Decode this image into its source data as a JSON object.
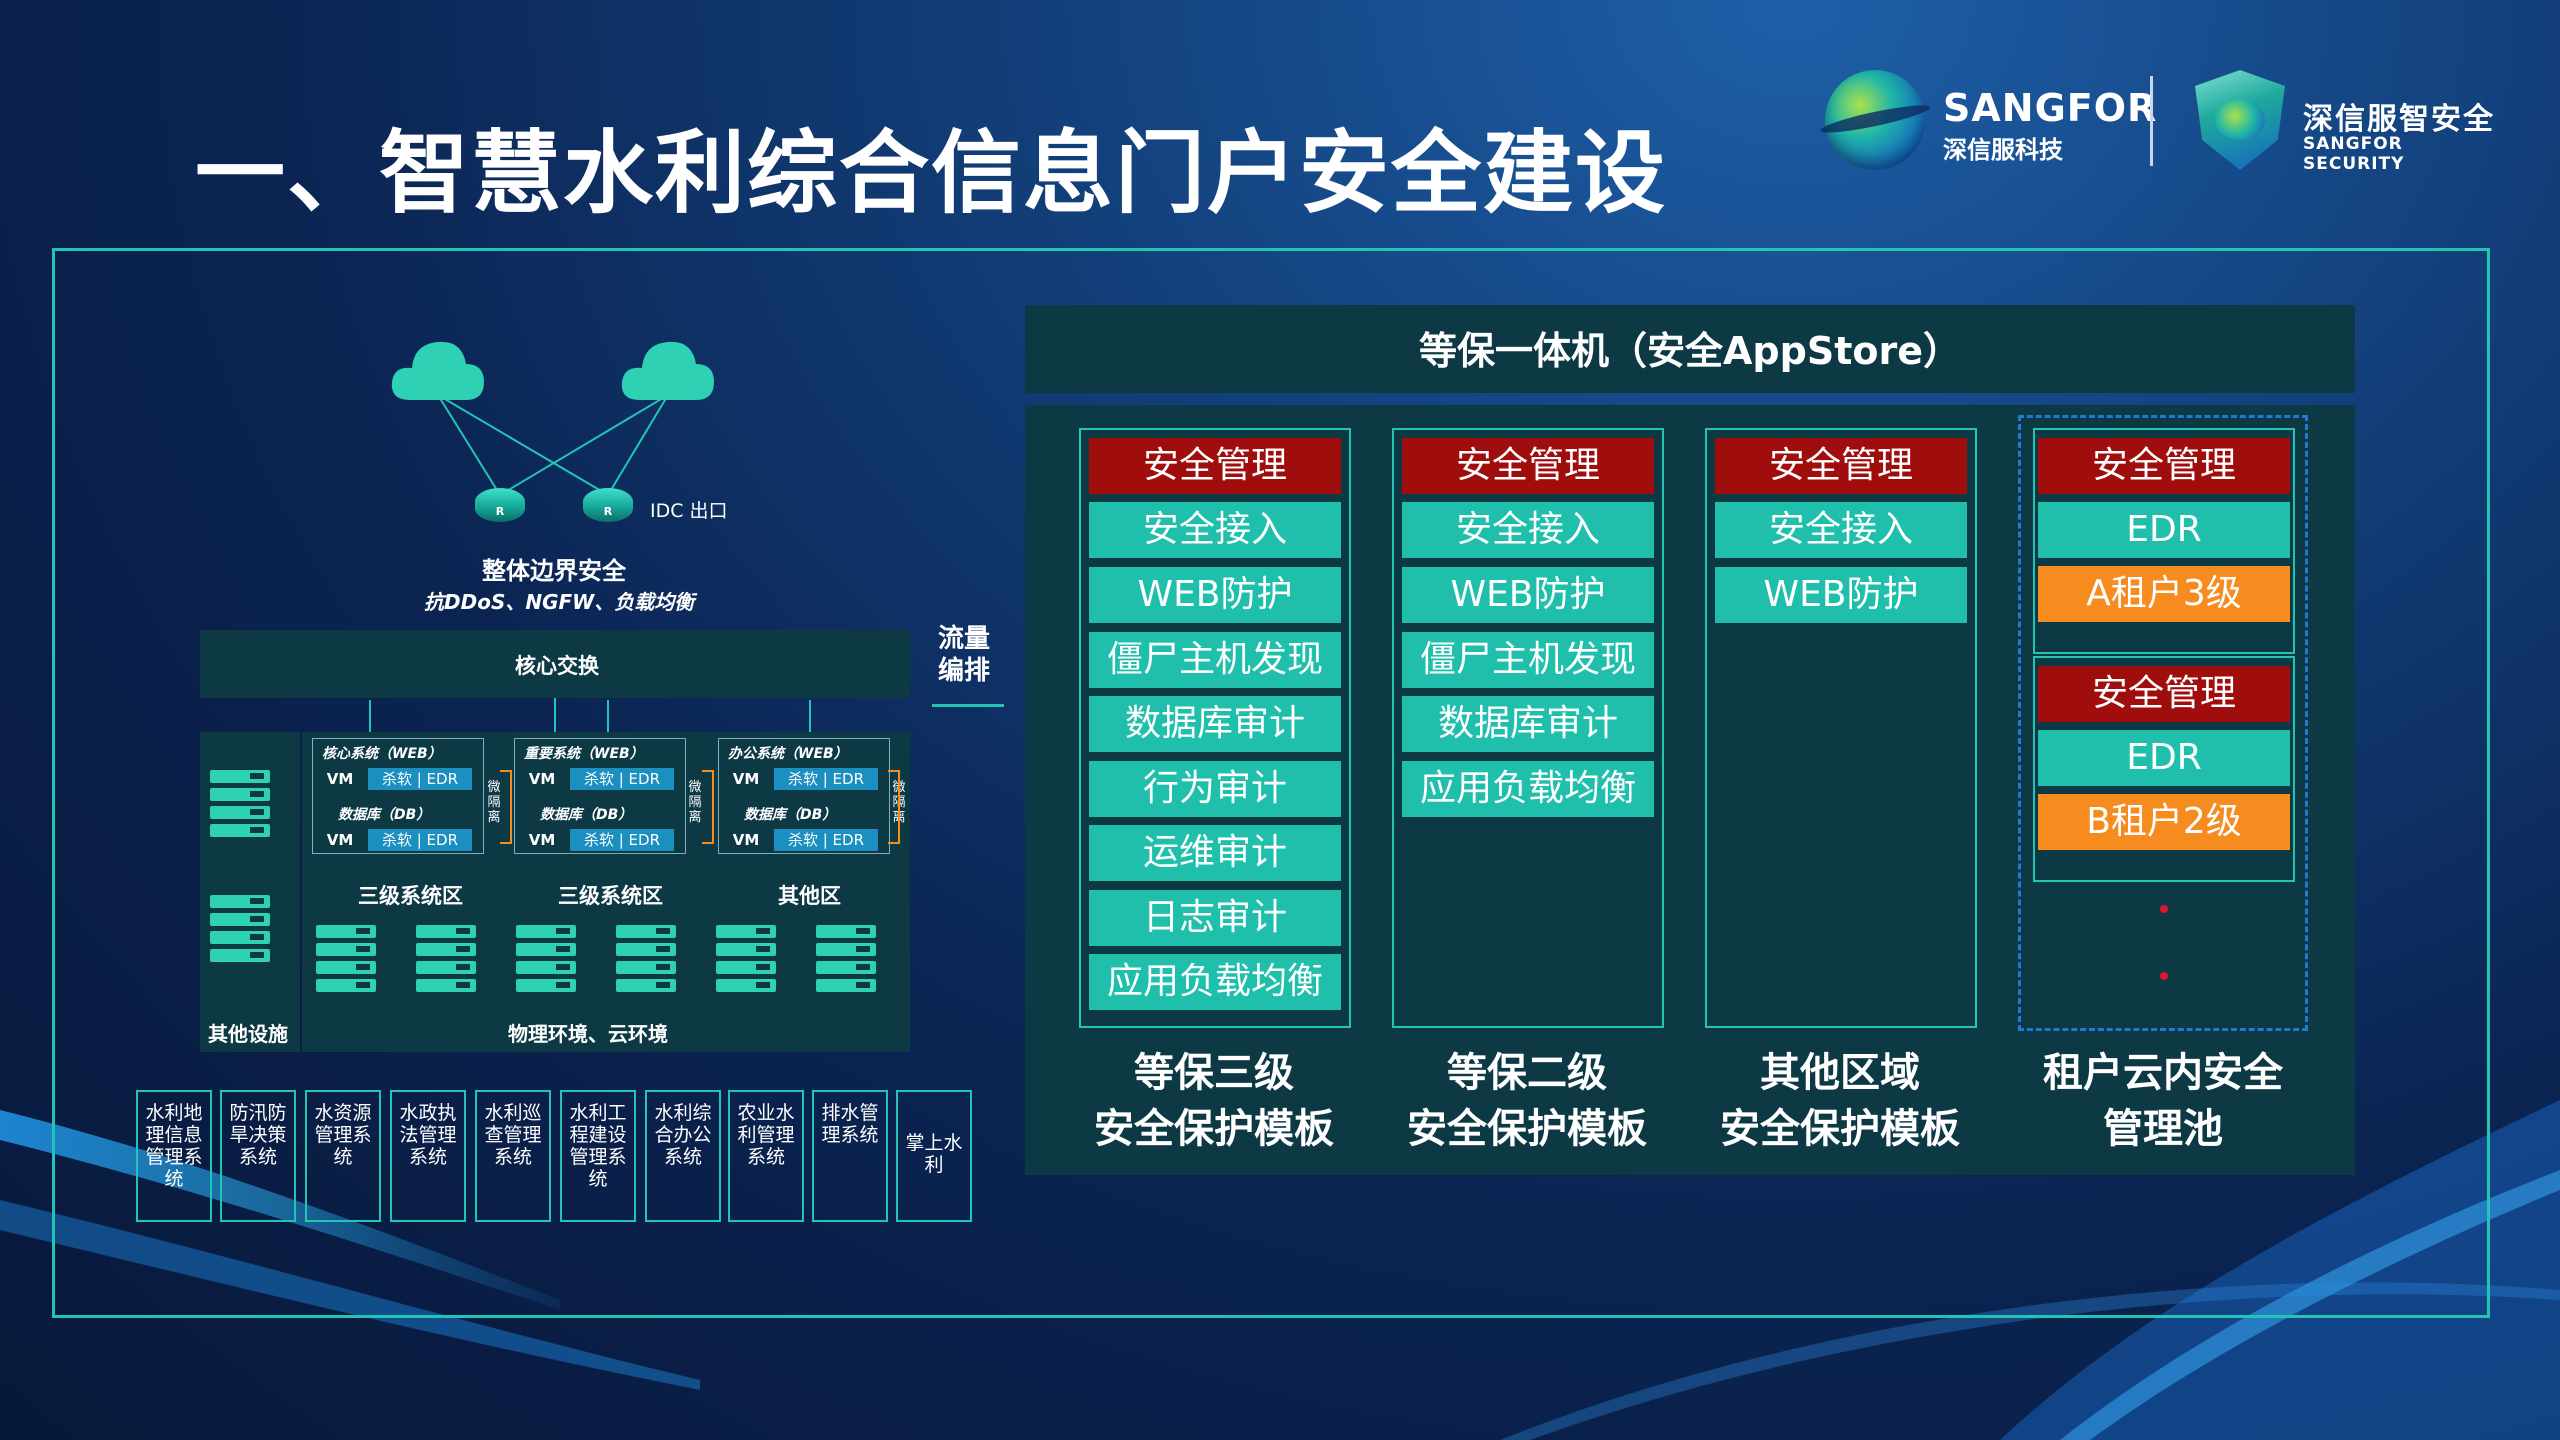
{
  "title": "一、智慧水利综合信息门户安全建设",
  "logos": {
    "sangfor_name": "SANGFOR",
    "sangfor_sub": "深信服科技",
    "security_name": "深信服智安全",
    "security_sub": "SANGFOR SECURITY"
  },
  "left": {
    "idc_label": "IDC 出口",
    "boundary_title": "整体边界安全",
    "boundary_sub": "抗DDoS、NGFW、负载均衡",
    "core_switch": "核心交换",
    "flow_label": "流量编排",
    "zones": [
      {
        "web": "核心系统（WEB）",
        "db": "数据库（DB）",
        "name": "三级系统区"
      },
      {
        "web": "重要系统（WEB）",
        "db": "数据库（DB）",
        "name": "三级系统区"
      },
      {
        "web": "办公系统（WEB）",
        "db": "数据库（DB）",
        "name": "其他区"
      }
    ],
    "vm": "VM",
    "av_edr": "杀软 | EDR",
    "micro": "微隔离",
    "other_facilities": "其他设施",
    "physical": "物理环境、云环境",
    "business_systems": [
      "水利地理信息管理系统",
      "防汛防旱决策系统",
      "水资源管理系统",
      "水政执法管理系统",
      "水利巡查管理系统",
      "水利工程建设管理系统",
      "水利综合办公系统",
      "农业水利管理系统",
      "排水管理系统",
      "掌上水利"
    ]
  },
  "right": {
    "header": "等保一体机（安全AppStore）",
    "columns": [
      {
        "items": [
          "安全管理",
          "安全接入",
          "WEB防护",
          "僵尸主机发现",
          "数据库审计",
          "行为审计",
          "运维审计",
          "日志审计",
          "应用负载均衡"
        ],
        "footer": [
          "等保三级",
          "安全保护模板"
        ]
      },
      {
        "items": [
          "安全管理",
          "安全接入",
          "WEB防护",
          "僵尸主机发现",
          "数据库审计",
          "应用负载均衡"
        ],
        "footer": [
          "等保二级",
          "安全保护模板"
        ]
      },
      {
        "items": [
          "安全管理",
          "安全接入",
          "WEB防护"
        ],
        "footer": [
          "其他区域",
          "安全保护模板"
        ]
      }
    ],
    "tenant_pool": {
      "groups": [
        {
          "items": [
            "安全管理",
            "EDR",
            "A租户3级"
          ]
        },
        {
          "items": [
            "安全管理",
            "EDR",
            "B租户2级"
          ]
        }
      ],
      "footer": [
        "租户云内安全",
        "管理池"
      ]
    }
  },
  "colors": {
    "accent_teal": "#1fbfac",
    "alert_red": "#a00d0d",
    "tenant_orange": "#f68b1f",
    "frame_border": "#22c5b4"
  }
}
